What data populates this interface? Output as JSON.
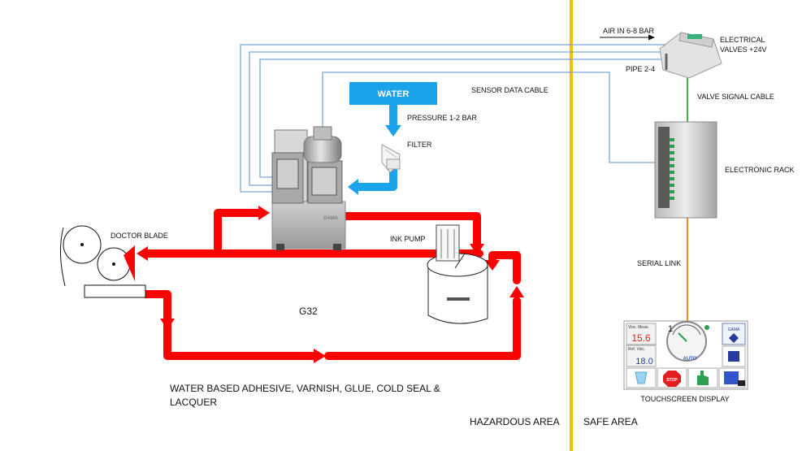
{
  "labels": {
    "air_in": "AIR IN 6-8 BAR",
    "electrical_valves_line1": "ELECTRICAL",
    "electrical_valves_line2": "VALVES +24V",
    "pipe": "PIPE 2-4",
    "sensor_cable": "SENSOR DATA CABLE",
    "valve_signal_cable": "VALVE SIGNAL CABLE",
    "electronic_rack": "ELECTRONIC RACK",
    "serial_link": "SERIAL LINK",
    "touchscreen": "TOUCHSCREEN DISPLAY",
    "water": "WATER",
    "pressure": "PRESSURE 1-2 BAR",
    "filter": "FILTER",
    "doctor_blade": "DOCTOR BLADE",
    "ink_pump": "INK PUMP",
    "model": "G32",
    "fluids_line1": "WATER BASED ADHESIVE, VARNISH, GLUE, COLD SEAL &",
    "fluids_line2": "LACQUER",
    "hazardous_area": "HAZARDOUS AREA",
    "safe_area": "SAFE AREA",
    "brand": "GAMA"
  },
  "screen": {
    "visc_meas_label": "Visc. Meas.",
    "visc_meas_value": "15.6",
    "ref_visc_label": "Ref. Visc.",
    "ref_visc_value": "18.0",
    "gauge_number": "1",
    "mode": "AUTO",
    "stop": "STOP",
    "brand": "GAMA"
  },
  "colors": {
    "ink_loop": "#ff0000",
    "water": "#1aa3e8",
    "air_lines": "#7aa7d6",
    "valve_signal": "#4caf50",
    "serial_link": "#f08a24",
    "area_divider": "#f2c200"
  }
}
